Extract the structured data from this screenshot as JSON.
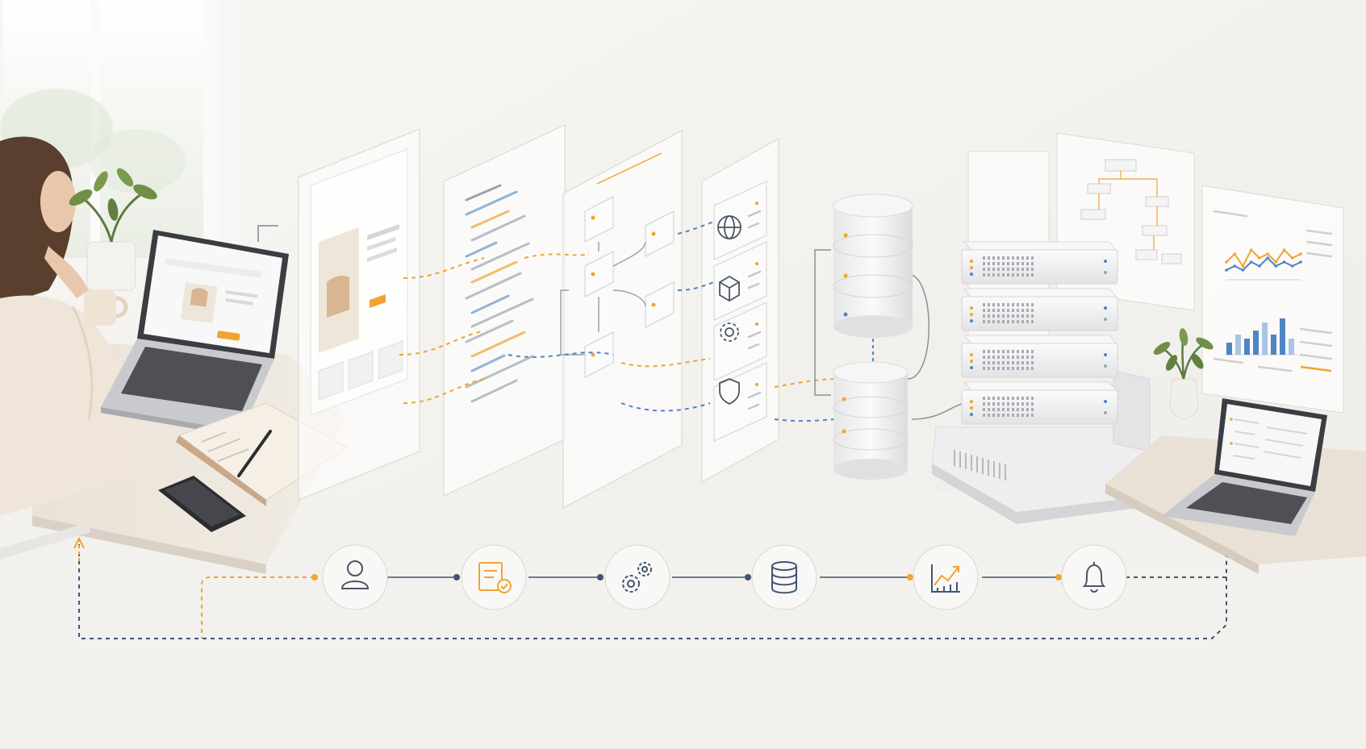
{
  "palette": {
    "background": "#f4f2ee",
    "accent_orange": "#f0a431",
    "accent_blue": "#4f84c4",
    "line_dark": "#3f5573",
    "panel_border": "#d8d6d2",
    "device_silver": "#e8e8ea"
  },
  "pipeline": {
    "steps": [
      {
        "icon": "user-icon"
      },
      {
        "icon": "checklist-approval-icon"
      },
      {
        "icon": "gears-icon"
      },
      {
        "icon": "database-icon"
      },
      {
        "icon": "growth-chart-icon"
      },
      {
        "icon": "bell-icon"
      }
    ]
  },
  "layers": [
    {
      "kind": "storefront-page-panel"
    },
    {
      "kind": "code-listing-panel"
    },
    {
      "kind": "workflow-flowchart-panel"
    },
    {
      "kind": "services-icons-panel",
      "icons": [
        "globe-icon",
        "package-icon",
        "gear-icon",
        "shield-icon"
      ]
    }
  ],
  "infrastructure": {
    "databases": 2,
    "server_units": 4
  },
  "monitoring": {
    "line_series": [
      {
        "color": "#f0a431",
        "values": [
          4,
          6,
          3,
          7,
          5,
          6,
          4,
          7,
          5,
          6
        ]
      },
      {
        "color": "#4f84c4",
        "values": [
          2,
          3,
          2,
          4,
          3,
          5,
          3,
          4,
          3,
          4
        ]
      }
    ],
    "bars": [
      3,
      5,
      4,
      6,
      8,
      5,
      9,
      4
    ]
  }
}
